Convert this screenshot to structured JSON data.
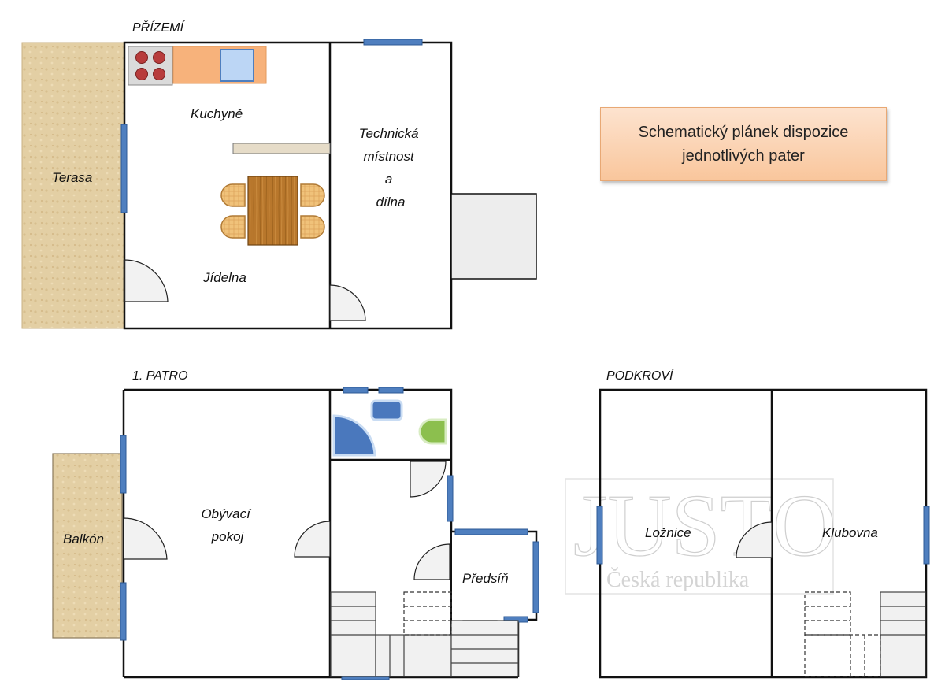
{
  "floors": {
    "ground": {
      "title": "PŘÍZEMÍ",
      "rooms": {
        "terrace": "Terasa",
        "kitchen": "Kuchyně",
        "dining": "Jídelna",
        "technical": [
          "Technická",
          "místnost",
          "a",
          "dílna"
        ]
      }
    },
    "first": {
      "title": "1. PATRO",
      "rooms": {
        "balcony": "Balkón",
        "living": [
          "Obývací",
          "pokoj"
        ],
        "hall": "Předsíň"
      }
    },
    "attic": {
      "title": "PODKROVÍ",
      "rooms": {
        "bedroom": "Ložnice",
        "clubroom": "Klubovna"
      }
    }
  },
  "note": {
    "line1": "Schematický plánek dispozice",
    "line2": "jednotlivých pater"
  },
  "watermark": {
    "brand": "JUSTO",
    "country": "Česká republika"
  },
  "colors": {
    "wall": "#111111",
    "window": "#4f7fbf",
    "terrace": "#e3cfa4",
    "wood_table": "#b8772c",
    "chair": "#f0c27a",
    "counter": "#f7b27b",
    "bathroom_blue": "#4a78bd",
    "toilet_green": "#8cbf4e",
    "note_bg": "#fcd2b1"
  }
}
